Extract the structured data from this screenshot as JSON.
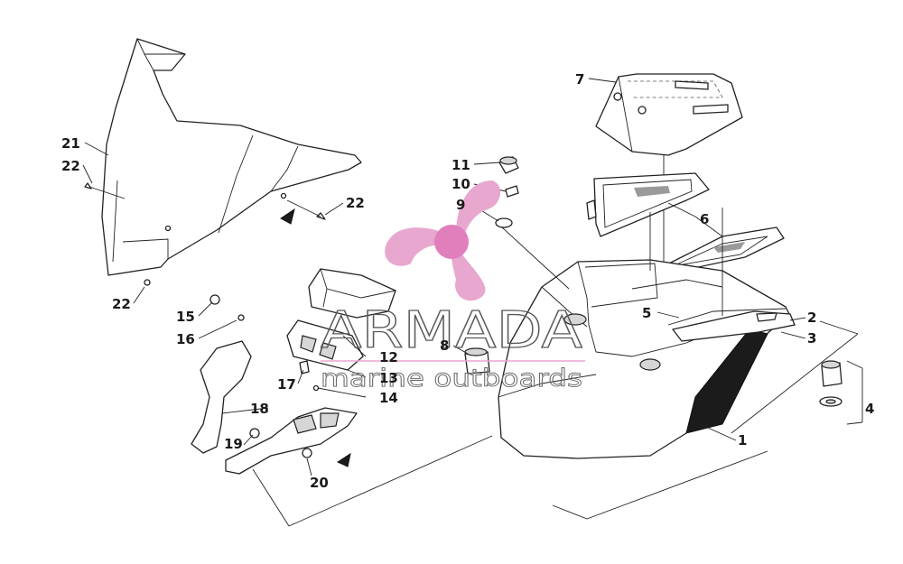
{
  "watermark": {
    "brand": "ARMADA",
    "tagline": "marine outboards",
    "colors": {
      "logo_pink": "#e8a7cf",
      "logo_hub": "#e07fbc",
      "text_outline": "#5a5a5a"
    }
  },
  "callouts": [
    {
      "id": "1",
      "label": "1"
    },
    {
      "id": "2",
      "label": "2"
    },
    {
      "id": "3",
      "label": "3"
    },
    {
      "id": "4",
      "label": "4"
    },
    {
      "id": "5",
      "label": "5"
    },
    {
      "id": "6",
      "label": "6"
    },
    {
      "id": "7",
      "label": "7"
    },
    {
      "id": "8",
      "label": "8"
    },
    {
      "id": "9",
      "label": "9"
    },
    {
      "id": "10",
      "label": "10"
    },
    {
      "id": "11",
      "label": "11"
    },
    {
      "id": "12",
      "label": "12"
    },
    {
      "id": "13",
      "label": "13"
    },
    {
      "id": "14",
      "label": "14"
    },
    {
      "id": "15",
      "label": "15"
    },
    {
      "id": "16",
      "label": "16"
    },
    {
      "id": "17",
      "label": "17"
    },
    {
      "id": "18",
      "label": "18"
    },
    {
      "id": "19",
      "label": "19"
    },
    {
      "id": "20",
      "label": "20"
    },
    {
      "id": "21",
      "label": "21"
    },
    {
      "id": "22a",
      "label": "22"
    },
    {
      "id": "22b",
      "label": "22"
    },
    {
      "id": "22c",
      "label": "22"
    }
  ]
}
